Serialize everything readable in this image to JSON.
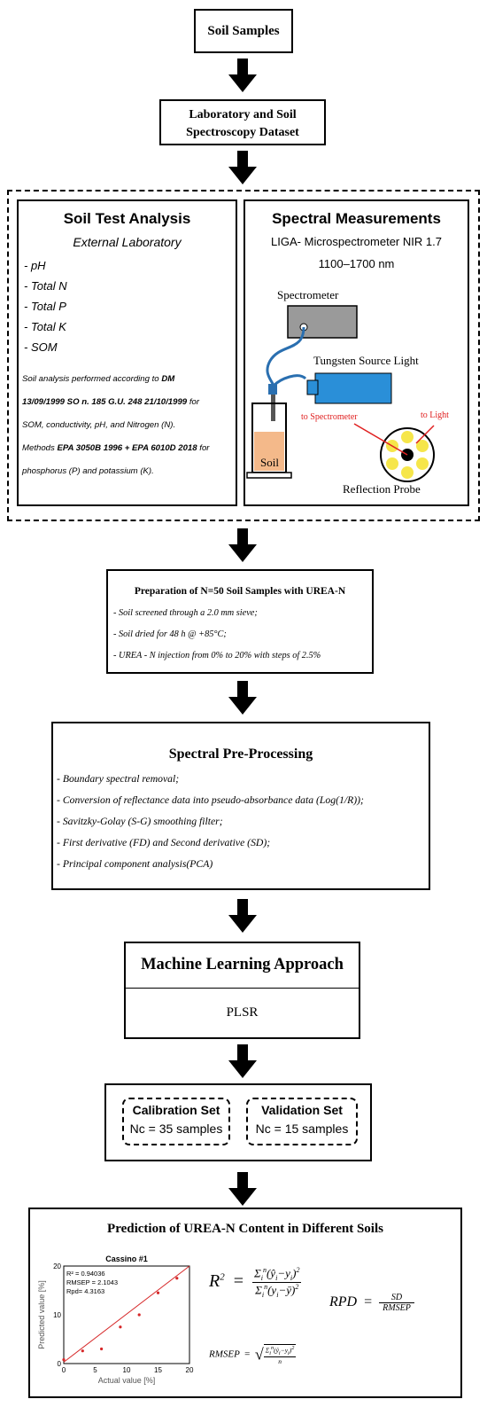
{
  "soil_samples": "Soil Samples",
  "dataset": {
    "line1": "Laboratory and Soil",
    "line2": "Spectroscopy Dataset"
  },
  "soil_test": {
    "title": "Soil Test Analysis",
    "subtitle": "External Laboratory",
    "items": [
      "- pH",
      "- Total N",
      "- Total P",
      "- Total K",
      "- SOM"
    ],
    "p1_a": "Soil analysis performed according to ",
    "p1_b": "DM",
    "p2_b": "13/09/1999 SO n. 185 G.U. 248 21/10/1999",
    "p2_a": " for",
    "p3": "SOM, conductivity, pH, and Nitrogen (N).",
    "p4_a": "Methods ",
    "p4_b": "EPA 3050B 1996 + EPA 6010D 2018",
    "p4_c": " for",
    "p5": "phosphorus (P) and potassium (K)."
  },
  "spectral": {
    "title": "Spectral Measurements",
    "line1": "LIGA- Microspectrometer NIR 1.7",
    "line2": "1100–1700 nm",
    "labels": {
      "spectrometer": "Spectrometer",
      "tungsten": "Tungsten Source Light",
      "to_spectrometer": "to Spectrometer",
      "to_light": "to Light",
      "soil": "Soil",
      "probe": "Reflection Probe"
    }
  },
  "preparation": {
    "title": "Preparation of N=50 Soil Samples with UREA-N",
    "items": [
      "- Soil screened through a 2.0 mm sieve;",
      "- Soil dried for 48 h @ +85°C;",
      "- UREA - N injection from 0% to 20% with steps of 2.5%"
    ]
  },
  "preprocessing": {
    "title": "Spectral Pre-Processing",
    "items": [
      "- Boundary spectral removal;",
      "- Conversion of reflectance data into pseudo-absorbance data (Log(1/R));",
      "- Savitzky-Golay (S-G) smoothing filter;",
      "- First derivative (FD) and Second derivative (SD);",
      "- Principal component analysis(PCA)"
    ]
  },
  "ml": {
    "title": "Machine Learning Approach",
    "method": "PLSR"
  },
  "sets": {
    "calibration": {
      "title": "Calibration Set",
      "count": "Nc = 35 samples"
    },
    "validation": {
      "title": "Validation Set",
      "count": "Nc = 15 samples"
    }
  },
  "prediction": {
    "title": "Prediction of UREA-N Content in Different Soils",
    "formulas": {
      "rpd_lhs": "RPD",
      "rpd_num": "SD",
      "rpd_den": "RMSEP",
      "rmsep_lhs": "RMSEP",
      "r2_lhs": "R"
    }
  },
  "chart_data": {
    "type": "scatter",
    "title": "Cassino #1",
    "xlabel": "Actual value [%]",
    "ylabel": "Predicted value [%]",
    "xlim": [
      0,
      20
    ],
    "ylim": [
      0,
      20
    ],
    "xticks": [
      "0",
      "5",
      "10",
      "15",
      "20"
    ],
    "yticks": [
      "0",
      "10",
      "20"
    ],
    "annotations": [
      "R² = 0.94036",
      "RMSEP = 2.1043",
      "Rpd= 4.3163"
    ],
    "points": [
      {
        "x": 0,
        "y": 0.8
      },
      {
        "x": 3,
        "y": 2.6
      },
      {
        "x": 6,
        "y": 3.0
      },
      {
        "x": 9,
        "y": 7.5
      },
      {
        "x": 12,
        "y": 10.0
      },
      {
        "x": 15,
        "y": 14.5
      },
      {
        "x": 18,
        "y": 17.5
      }
    ],
    "fit_line": [
      [
        0,
        0.3
      ],
      [
        20,
        20
      ]
    ],
    "colors": {
      "points": "#d62728",
      "line": "#d62728"
    }
  }
}
